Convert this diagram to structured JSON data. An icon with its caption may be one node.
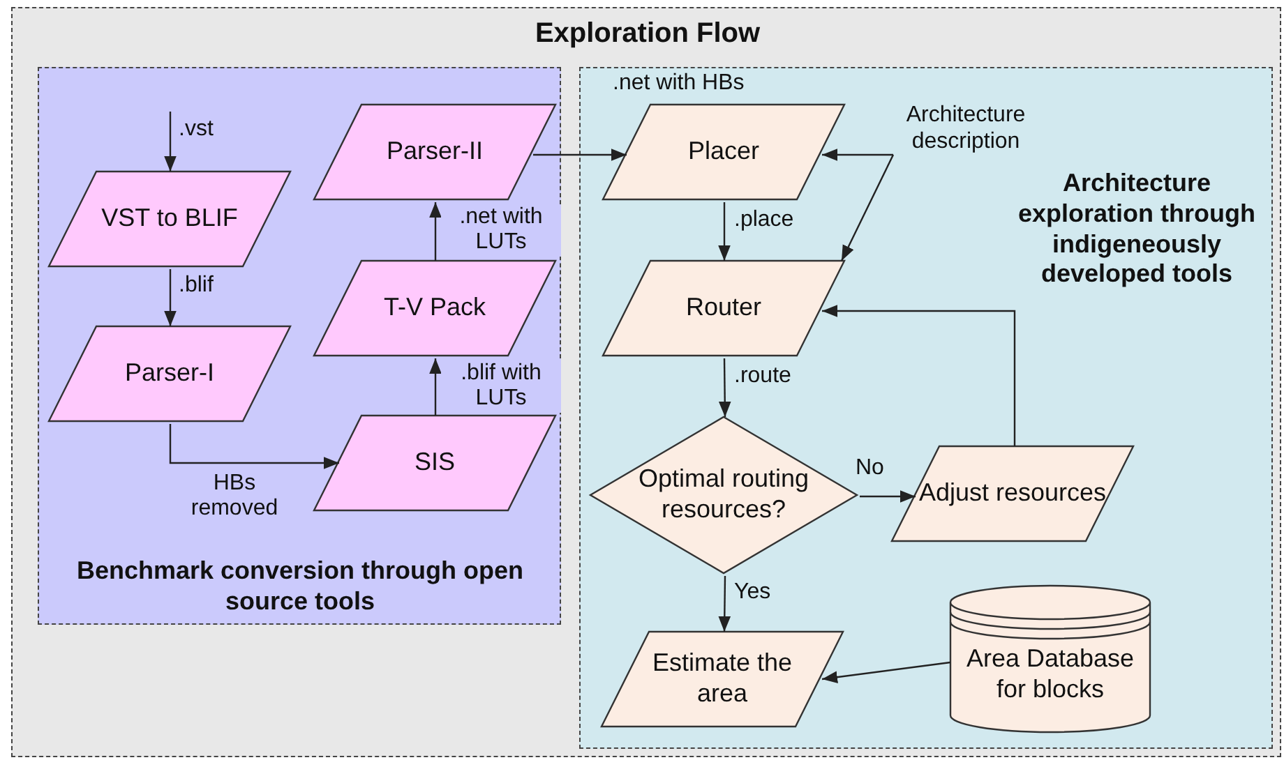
{
  "diagram": {
    "nodes": [
      {
        "text": [
          "Exploration Flow"
        ]
      },
      {
        "text": [
          "Benchmark conversion through open source tools"
        ],
        "in": 0
      },
      {
        "text": [
          "VST to BLIF"
        ],
        "in": 1
      },
      {
        "text": [
          "Parser-I"
        ],
        "in": 1
      },
      {
        "text": [
          "SIS"
        ],
        "in": 1
      },
      {
        "text": [
          "T-V Pack"
        ],
        "in": 1
      },
      {
        "text": [
          "Parser-II"
        ],
        "in": 1
      },
      {
        "text": [
          "Architecture exploration through indigeneously developed tools"
        ],
        "in": 0
      },
      {
        "text": [
          "Placer"
        ],
        "in": 7
      },
      {
        "text": [
          "Router"
        ],
        "in": 7
      },
      {
        "text": [
          "Optimal routing resources?"
        ],
        "in": 7
      },
      {
        "text": [
          "Adjust resources"
        ],
        "in": 7
      },
      {
        "text": [
          "Estimate the area"
        ],
        "in": 7
      },
      {
        "text": [
          "Area Database for blocks"
        ],
        "in": 7
      },
      {
        "text": [
          "Architecture description"
        ],
        "in": 7
      }
    ],
    "edges": [
      {
        "from": null,
        "to": 2,
        "arrow": "to",
        "label": ".vst"
      },
      {
        "from": 2,
        "to": 3,
        "arrow": "to",
        "label": ".blif"
      },
      {
        "from": 3,
        "to": 4,
        "arrow": "to",
        "label": "HBs removed"
      },
      {
        "from": 4,
        "to": 5,
        "arrow": "to",
        "label": ".blif with LUTs"
      },
      {
        "from": 5,
        "to": 6,
        "arrow": "to",
        "label": ".net with LUTs"
      },
      {
        "from": 6,
        "to": 8,
        "arrow": "to",
        "label": ".net with HBs"
      },
      {
        "from": 14,
        "to": 8,
        "arrow": "to"
      },
      {
        "from": 14,
        "to": 9,
        "arrow": "to"
      },
      {
        "from": 8,
        "to": 9,
        "arrow": "to",
        "label": ".place"
      },
      {
        "from": 9,
        "to": 10,
        "arrow": "to",
        "label": ".route"
      },
      {
        "from": 10,
        "to": 11,
        "arrow": "to",
        "label": "No"
      },
      {
        "from": 11,
        "to": 9,
        "arrow": "to"
      },
      {
        "from": 10,
        "to": 12,
        "arrow": "to",
        "label": "Yes"
      },
      {
        "from": 13,
        "to": 12,
        "arrow": "to"
      }
    ]
  }
}
